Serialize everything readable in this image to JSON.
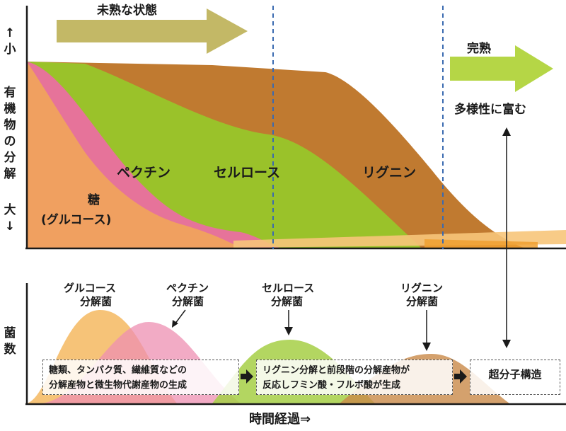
{
  "top": {
    "unripe_label": "未熟な状態",
    "ripe_label": "完熟",
    "diversity_label": "多様性に富む",
    "y_small": "↑小",
    "y_axis_title": "有機物の分解",
    "y_large": "大↓",
    "regions": {
      "sugar_line1": "糖",
      "sugar_line2": "(グルコース)",
      "pectin": "ペクチン",
      "cellulose": "セルロース",
      "lignin": "リグニン"
    }
  },
  "bottom": {
    "y_axis_title": "菌数",
    "microbes": {
      "glucose_l1": "グルコース",
      "glucose_l2": "分解菌",
      "pectin_l1": "ペクチン",
      "pectin_l2": "分解菌",
      "cellulose_l1": "セルロース",
      "cellulose_l2": "分解菌",
      "lignin_l1": "リグニン",
      "lignin_l2": "分解菌"
    },
    "box1_line1": "糖類、タンパク質、繊維質などの",
    "box1_line2": "分解産物と微生物代謝産物の生成",
    "box2_line1": "リグニン分解と前段階の分解産物が",
    "box2_line2": "反応しフミン酸・フルボ酸が生成",
    "box3": "超分子構造"
  },
  "x_axis_label": "時間経過⇒",
  "colors": {
    "sugar": "#f0a060",
    "pectin": "#e6739a",
    "cellulose": "#9ac22a",
    "lignin": "#c07a30",
    "arrow_unripe": "#c3b866",
    "arrow_ripe": "#b5d646",
    "divider": "#3a6ab0"
  }
}
